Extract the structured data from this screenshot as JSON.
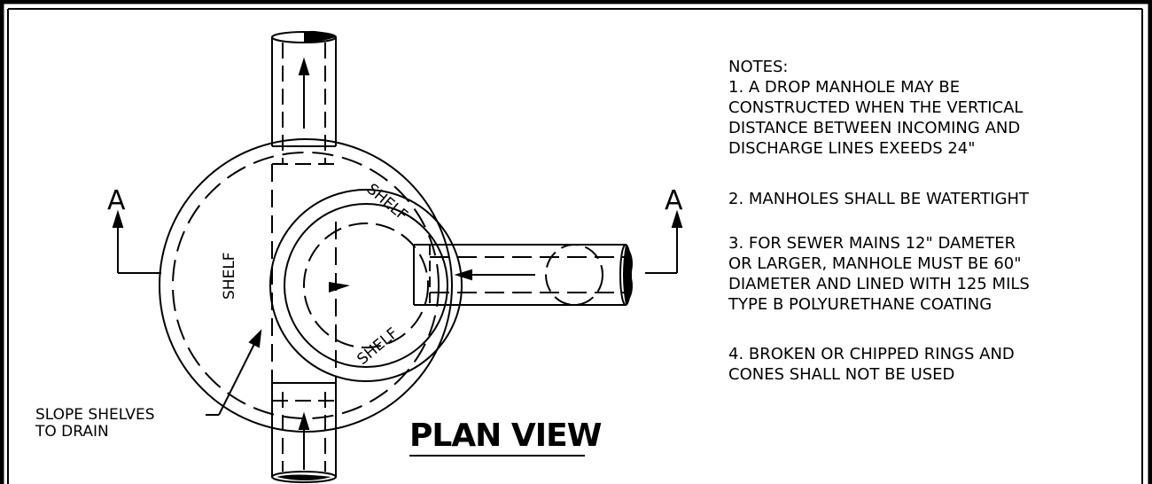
{
  "title": "PLAN VIEW",
  "section_marker": {
    "left": "A",
    "right": "A"
  },
  "shelf_labels": {
    "left": "SHELF",
    "upper": "SHELF",
    "lower": "SHELF"
  },
  "callout": {
    "line1": "SLOPE SHELVES",
    "line2": "TO DRAIN"
  },
  "notes": {
    "heading": "NOTES:",
    "lines": [
      "1. A DROP MANHOLE MAY BE",
      "CONSTRUCTED WHEN THE VERTICAL",
      "DISTANCE BETWEEN INCOMING AND",
      "DISCHARGE LINES EXEEDS 24\"",
      "2. MANHOLES SHALL BE WATERTIGHT",
      "3. FOR SEWER MAINS 12\" DAMETER",
      "OR LARGER, MANHOLE MUST BE 60\"",
      "DIAMETER AND LINED WITH 125 MILS",
      "TYPE B POLYURETHANE COATING",
      "4. BROKEN OR CHIPPED RINGS AND",
      "CONES SHALL NOT BE USED"
    ]
  },
  "colors": {
    "line": "#000000",
    "background": "#ffffff"
  }
}
